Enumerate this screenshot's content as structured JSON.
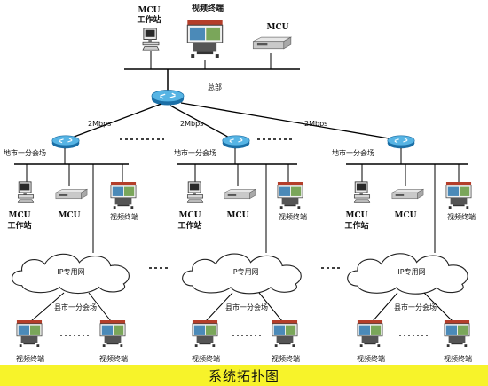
{
  "hq": {
    "mcu_workstation_label": [
      "MCU",
      "工作站"
    ],
    "video_terminal_label": "视频终端",
    "mcu_label": "MCU",
    "hq_label": "总部"
  },
  "links": {
    "left": "2Mbps",
    "middle": "2Mbps",
    "right": "2Mbps"
  },
  "branches": [
    {
      "city_label": "地市一分会场",
      "mcu_workstation_label": [
        "MCU",
        "工作站"
      ],
      "mcu_label": "MCU",
      "video_terminal_label": "视频终端",
      "cloud_label": "IP专用网",
      "county_label": "县市一分会场",
      "county_terminals": [
        "视频终端",
        "视频终端"
      ]
    },
    {
      "city_label": "地市一分会场",
      "mcu_workstation_label": [
        "MCU",
        "工作站"
      ],
      "mcu_label": "MCU",
      "video_terminal_label": "视频终端",
      "cloud_label": "IP专用网",
      "county_label": "县市一分会场",
      "county_terminals": [
        "视频终端",
        "视频终端"
      ]
    },
    {
      "city_label": "地市一分会场",
      "mcu_workstation_label": [
        "MCU",
        "工作站"
      ],
      "mcu_label": "MCU",
      "video_terminal_label": "视频终端",
      "cloud_label": "IP专用网",
      "county_label": "县市一分会场",
      "county_terminals": [
        "视频终端",
        "视频终端"
      ]
    }
  ],
  "caption": "系统拓扑图"
}
